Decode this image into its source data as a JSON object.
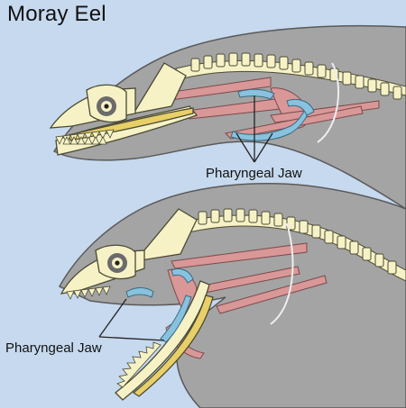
{
  "title": "Moray Eel",
  "labels": {
    "upper_pharyngeal_jaw": "Pharyngeal Jaw",
    "lower_pharyngeal_jaw": "Pharyngeal Jaw"
  },
  "colors": {
    "background": "#c6d9ee",
    "body": "#a4a4a4",
    "body_outline": "#5a5a5a",
    "bone": "#f6f2c6",
    "bone_outline": "#4a4a35",
    "muscle": "#d99797",
    "pharyngeal_jaw": "#88c2de",
    "eye_socket": "#6b6b6b",
    "inner_jaw_line": "#e8cf67"
  }
}
